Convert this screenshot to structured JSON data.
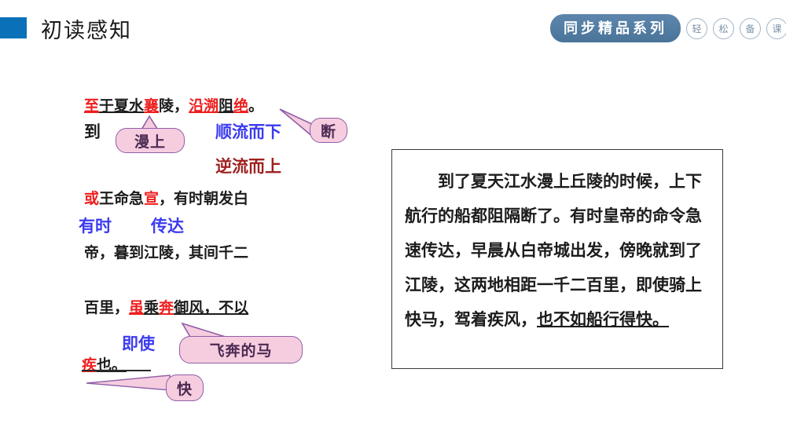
{
  "header": {
    "title": "初读感知",
    "accent_color": "#0a71b8",
    "brand": {
      "pill_label": "同步精品系列",
      "circles": [
        "轻",
        "松",
        "备",
        "课"
      ],
      "pill_color": "#4a7498"
    }
  },
  "classical": {
    "line1": {
      "segments": [
        {
          "text": "至",
          "color": "red"
        },
        {
          "text": "于夏水",
          "color": "black"
        },
        {
          "text": "襄",
          "color": "red"
        },
        {
          "text": "陵，",
          "color": "black"
        },
        {
          "text": "沿溯",
          "color": "red"
        },
        {
          "text": "阻",
          "color": "black"
        },
        {
          "text": "绝",
          "color": "red"
        },
        {
          "text": "。",
          "color": "black"
        }
      ]
    },
    "line2": {
      "segments": [
        {
          "text": "或",
          "color": "red"
        },
        {
          "text": "王命急",
          "color": "black"
        },
        {
          "text": "宣",
          "color": "red"
        },
        {
          "text": "，有时朝发白",
          "color": "black"
        }
      ]
    },
    "line3": {
      "segments": [
        {
          "text": "帝，暮到江陵，其间千二",
          "color": "black"
        }
      ]
    },
    "line4": {
      "segments": [
        {
          "text": "百里，",
          "color": "black"
        },
        {
          "text": "虽",
          "color": "red"
        },
        {
          "text": "乘",
          "color": "black"
        },
        {
          "text": "奔",
          "color": "red"
        },
        {
          "text": "御风，不以",
          "color": "black"
        }
      ]
    },
    "line5": {
      "segments": [
        {
          "text": "疾",
          "color": "red"
        },
        {
          "text": "也。",
          "color": "black"
        }
      ]
    },
    "glosses": {
      "dao": "到",
      "shunliu": "顺流而下",
      "niliu": "逆流而上",
      "youshi": "有时",
      "chuanda": "传达",
      "jishi": "即使"
    },
    "callouts": {
      "manshang": "漫上",
      "duan": "断",
      "feibendema": "飞奔的马",
      "kuai": "快"
    }
  },
  "translation": {
    "part_plain": "到了夏天江水漫上丘陵的时候，上下航行的船都阻隔断了。有时皇帝的命令急速传达，早晨从白帝城出发，傍晚就到了江陵，这两地相距一千二百里，即使骑上快马，驾着疾风，",
    "part_underlined": "也不如船行得快。"
  },
  "colors": {
    "red": "#ef1f1f",
    "blue": "#3b3bef",
    "maroon": "#9e2020",
    "callout_fill": "#f6cddf",
    "callout_border": "#8f5ea8",
    "text": "#1c1c1c"
  }
}
